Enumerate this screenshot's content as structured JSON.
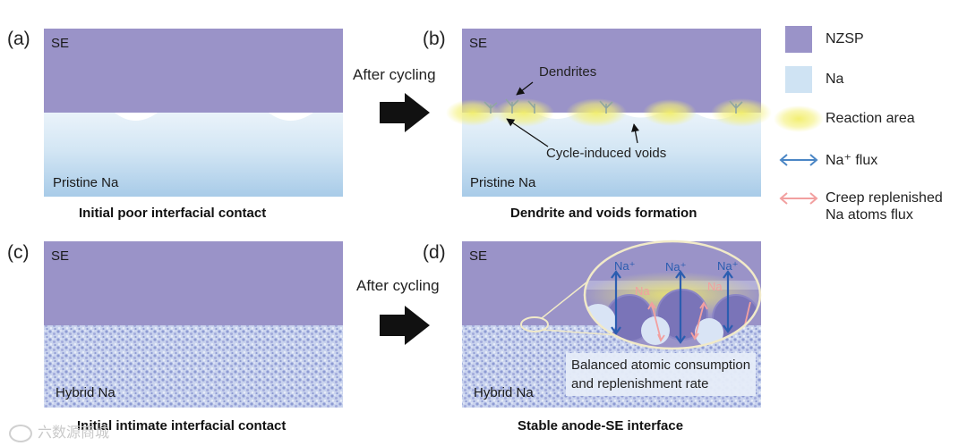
{
  "panels": {
    "a": {
      "letter": "(a)",
      "se_label": "SE",
      "na_label": "Pristine Na",
      "caption": "Initial poor interfacial contact"
    },
    "b": {
      "letter": "(b)",
      "se_label": "SE",
      "na_label": "Pristine Na",
      "caption": "Dendrite and voids formation",
      "dendrites_label": "Dendrites",
      "voids_label": "Cycle-induced voids"
    },
    "c": {
      "letter": "(c)",
      "se_label": "SE",
      "na_label": "Hybrid Na",
      "caption": "Initial intimate interfacial contact"
    },
    "d": {
      "letter": "(d)",
      "se_label": "SE",
      "na_label": "Hybrid Na",
      "caption": "Stable anode-SE interface",
      "zoom_na_plus": "Na⁺",
      "zoom_na": "Na",
      "balanced_line1": "Balanced atomic consumption",
      "balanced_line2": "and replenishment rate"
    }
  },
  "arrows": {
    "top_label": "After cycling",
    "bottom_label": "After cycling"
  },
  "legend": {
    "nzsp": "NZSP",
    "na": "Na",
    "reaction_area": "Reaction area",
    "na_flux": "Na⁺ flux",
    "creep_line1": "Creep replenished",
    "creep_line2": "Na atoms flux"
  },
  "colors": {
    "se": "#9a93c8",
    "na_light": "#d7e8f5",
    "na_mid": "#b4d3ec",
    "reaction": "#f4f07a",
    "na_flux": "#4a86c5",
    "creep_flux": "#f2a0a0",
    "dark_arrow": "#2b5db0"
  },
  "watermark": "六数源商城"
}
